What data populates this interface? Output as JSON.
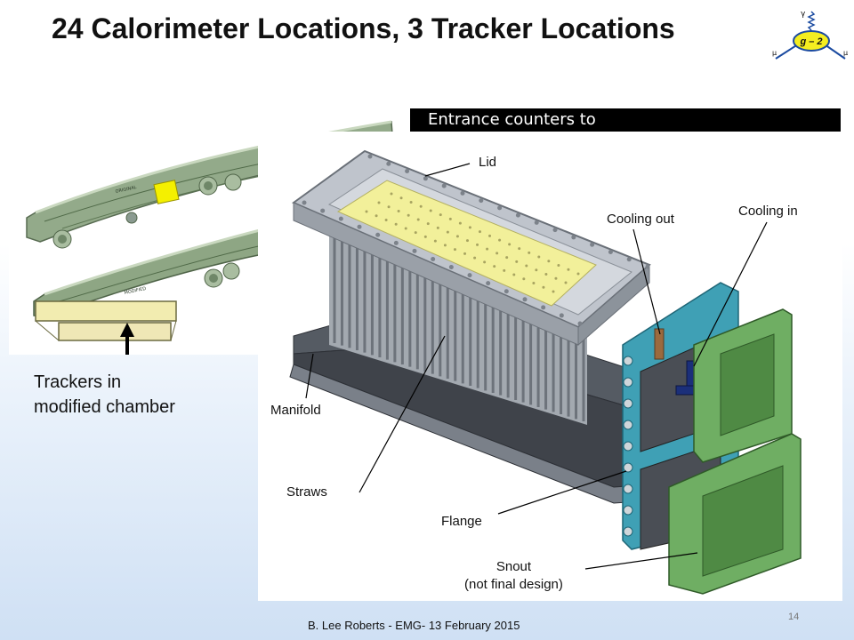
{
  "slide": {
    "title": "24 Calorimeter Locations, 3 Tracker Locations",
    "banner": "Entrance counters to",
    "footer": "B. Lee Roberts - EMG- 13 February 2015",
    "page_number": "14"
  },
  "logo": {
    "label": "g – 2",
    "gamma": "γ",
    "mu_left": "μ",
    "mu_right": "μ"
  },
  "left_figure": {
    "chamber_top_tag": "ORIGINAL",
    "chamber_bottom_tag": "MODIFIED",
    "caption_line1": "Trackers in",
    "caption_line2": "modified chamber"
  },
  "main_figure": {
    "labels": {
      "lid": "Lid",
      "cooling_out": "Cooling out",
      "cooling_in": "Cooling in",
      "manifold": "Manifold",
      "straws": "Straws",
      "flange": "Flange",
      "snout_line1": "Snout",
      "snout_line2": "(not final design)"
    }
  },
  "colors": {
    "chamber_green": "#7e9a74",
    "tracker_yellow": "#f5f09a",
    "flange_teal": "#3fa0b5",
    "snout_green": "#6fae63",
    "highlight_yellow": "#f4f000"
  }
}
